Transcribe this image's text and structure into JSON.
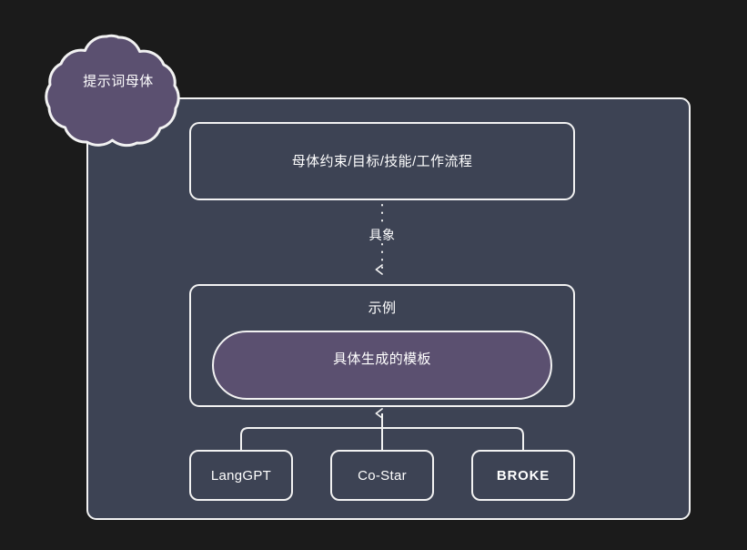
{
  "theme": {
    "canvas_bg": "#1b1b1b",
    "panel_fill": "#3d4354",
    "stroke": "#f2f2f2",
    "accent_purple": "#5b5070",
    "text": "#ffffff"
  },
  "chart_data": {
    "type": "diagram",
    "title": "提示词母体",
    "nodes": [
      {
        "id": "cloud",
        "label": "提示词母体",
        "shape": "cloud",
        "fill": "#5b5070"
      },
      {
        "id": "panel",
        "label": "",
        "shape": "rounded-rect",
        "fill": "#3d4354"
      },
      {
        "id": "matrix",
        "label": "母体约束/目标/技能/工作流程",
        "shape": "rounded-rect"
      },
      {
        "id": "example",
        "label": "示例",
        "shape": "rounded-rect"
      },
      {
        "id": "template",
        "label": "具体生成的模板",
        "shape": "pill",
        "fill": "#5b5070"
      },
      {
        "id": "langgpt",
        "label": "LangGPT",
        "shape": "rounded-rect"
      },
      {
        "id": "costar",
        "label": "Co-Star",
        "shape": "rounded-rect"
      },
      {
        "id": "broke",
        "label": "BROKE",
        "shape": "rounded-rect",
        "bold": true
      }
    ],
    "edges": [
      {
        "from": "matrix",
        "to": "example",
        "label": "具象",
        "style": "dotted",
        "arrow": "down"
      },
      {
        "from": "langgpt",
        "to": "example",
        "style": "solid",
        "arrow": "up"
      },
      {
        "from": "costar",
        "to": "example",
        "style": "solid",
        "arrow": "up"
      },
      {
        "from": "broke",
        "to": "example",
        "style": "solid",
        "arrow": "up"
      }
    ]
  },
  "cloud": {
    "label": "提示词母体"
  },
  "panel": {
    "matrix_box": {
      "label": "母体约束/目标/技能/工作流程"
    },
    "connector": {
      "label": "具象"
    },
    "example_box": {
      "label": "示例",
      "template_pill": {
        "label": "具体生成的模板"
      }
    },
    "frameworks": [
      {
        "label": "LangGPT"
      },
      {
        "label": "Co-Star"
      },
      {
        "label": "BROKE"
      }
    ]
  }
}
